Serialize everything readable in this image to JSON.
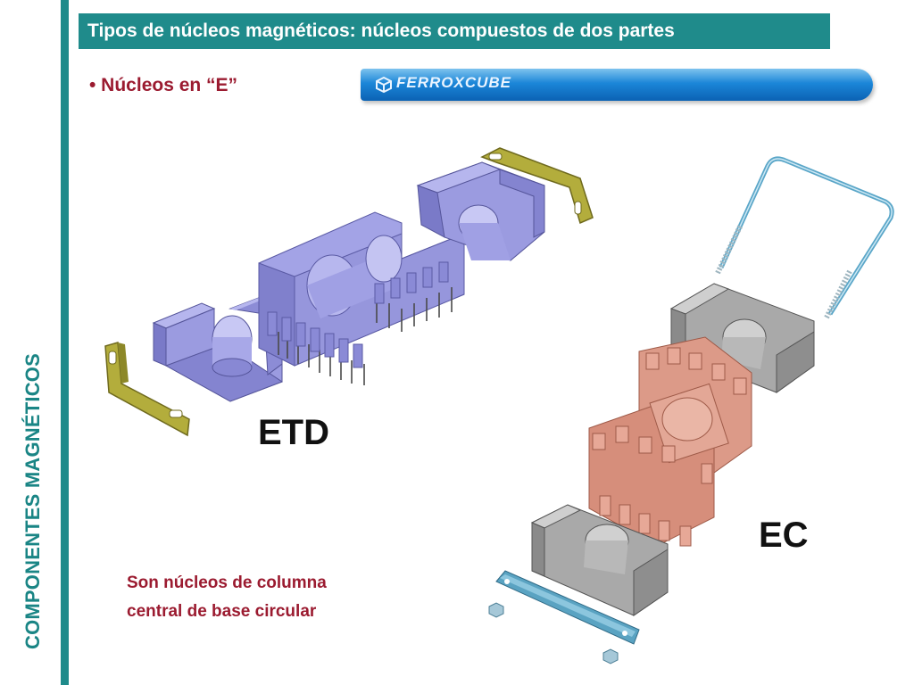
{
  "sidebar": {
    "title": "COMPONENTES MAGNÉTICOS"
  },
  "header": {
    "title": "Tipos de núcleos magnéticos: núcleos compuestos de dos partes"
  },
  "content": {
    "bullet": "• Núcleos en “E”",
    "brand": "FERROXCUBE",
    "label_etd": "ETD",
    "label_ec": "EC",
    "description_line1": "Son  núcleos  de  columna",
    "description_line2": "central  de base circular"
  },
  "colors": {
    "teal": "#1f8b8b",
    "accent_red": "#9b1b30",
    "brand_blue": "#1b86d8",
    "etd_core": "#8f8fd8",
    "clip_yellow": "#b3ad3c",
    "ec_core": "#9a9a9a",
    "ec_bobbin": "#d9917f"
  },
  "icons": [
    "ferroxcube-logo-icon"
  ]
}
